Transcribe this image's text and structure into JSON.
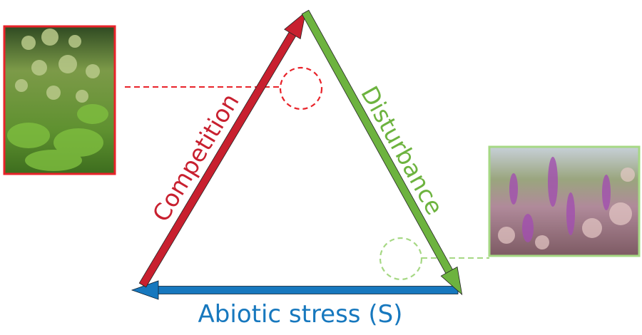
{
  "labels": {
    "competition": "Competition",
    "disturbance": "Disturbance",
    "abiotic_stress": "Abiotic stress (S)"
  },
  "photos": {
    "left": "competitor-plant-photo",
    "right": "stress-tolerant-heather-photo"
  },
  "colors": {
    "competition": "#c8202f",
    "disturbance": "#6db33f",
    "abiotic_stress": "#1778be",
    "red_dashed": "#e8232a",
    "green_dashed": "#a6d884"
  }
}
